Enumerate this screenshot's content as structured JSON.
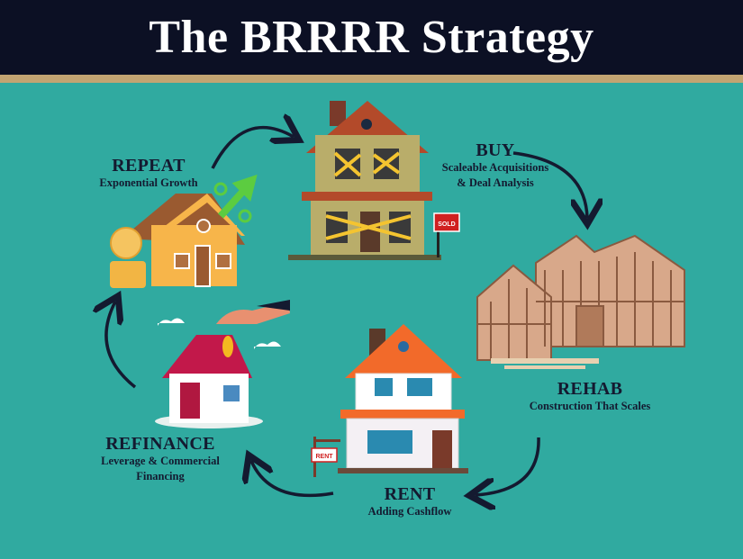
{
  "title": "The BRRRR Strategy",
  "colors": {
    "header": "#0c1024",
    "band": "#c2a472",
    "background": "#30aaa0",
    "text": "#141a30"
  },
  "steps": [
    {
      "heading": "BUY",
      "sub1": "Scaleable Acquisitions",
      "sub2": "& Deal Analysis",
      "sign": "SOLD"
    },
    {
      "heading": "REHAB",
      "sub1": "Construction That Scales"
    },
    {
      "heading": "RENT",
      "sub1": "Adding Cashflow",
      "sign": "RENT"
    },
    {
      "heading": "REFINANCE",
      "sub1": "Leverage & Commercial",
      "sub2": "Financing"
    },
    {
      "heading": "REPEAT",
      "sub1": "Exponential Growth"
    }
  ]
}
